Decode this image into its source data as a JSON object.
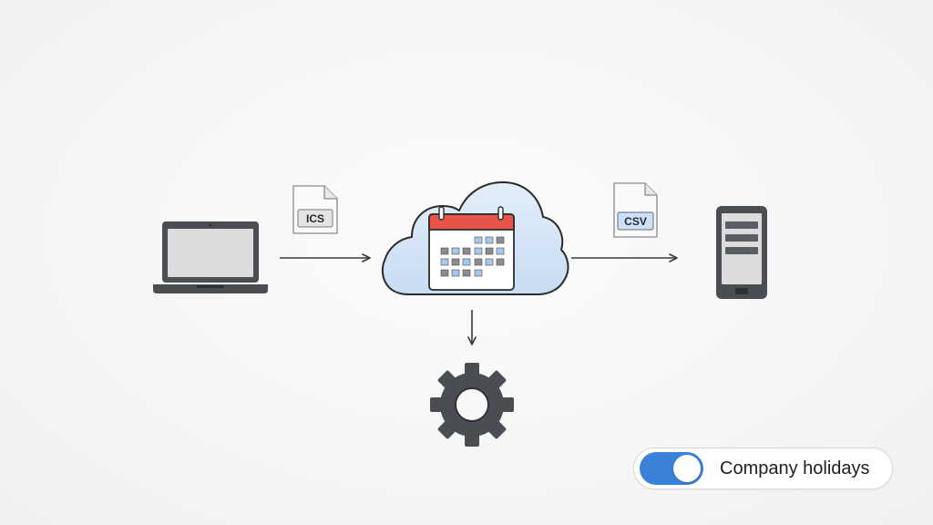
{
  "files": {
    "source_label": "ICS",
    "export_label": "CSV"
  },
  "toggle": {
    "label": "Company holidays",
    "state": "on"
  },
  "colors": {
    "cloud_fill": "#d6e6f7",
    "cloud_stroke": "#2b2b2b",
    "calendar_header": "#e8544a",
    "calendar_cell_blue": "#a9c7ea",
    "calendar_cell_gray": "#8a8e94",
    "device_body": "#4a4d52",
    "device_screen": "#dcdcdc",
    "gear": "#4a4d52",
    "csv_tag": "#cfe0f5",
    "ics_tag": "#e4e4e4",
    "toggle_on": "#3a82d9"
  },
  "icons": [
    "laptop-icon",
    "ics-file-icon",
    "cloud-calendar-icon",
    "csv-file-icon",
    "phone-icon",
    "gear-icon",
    "arrow-icon"
  ]
}
